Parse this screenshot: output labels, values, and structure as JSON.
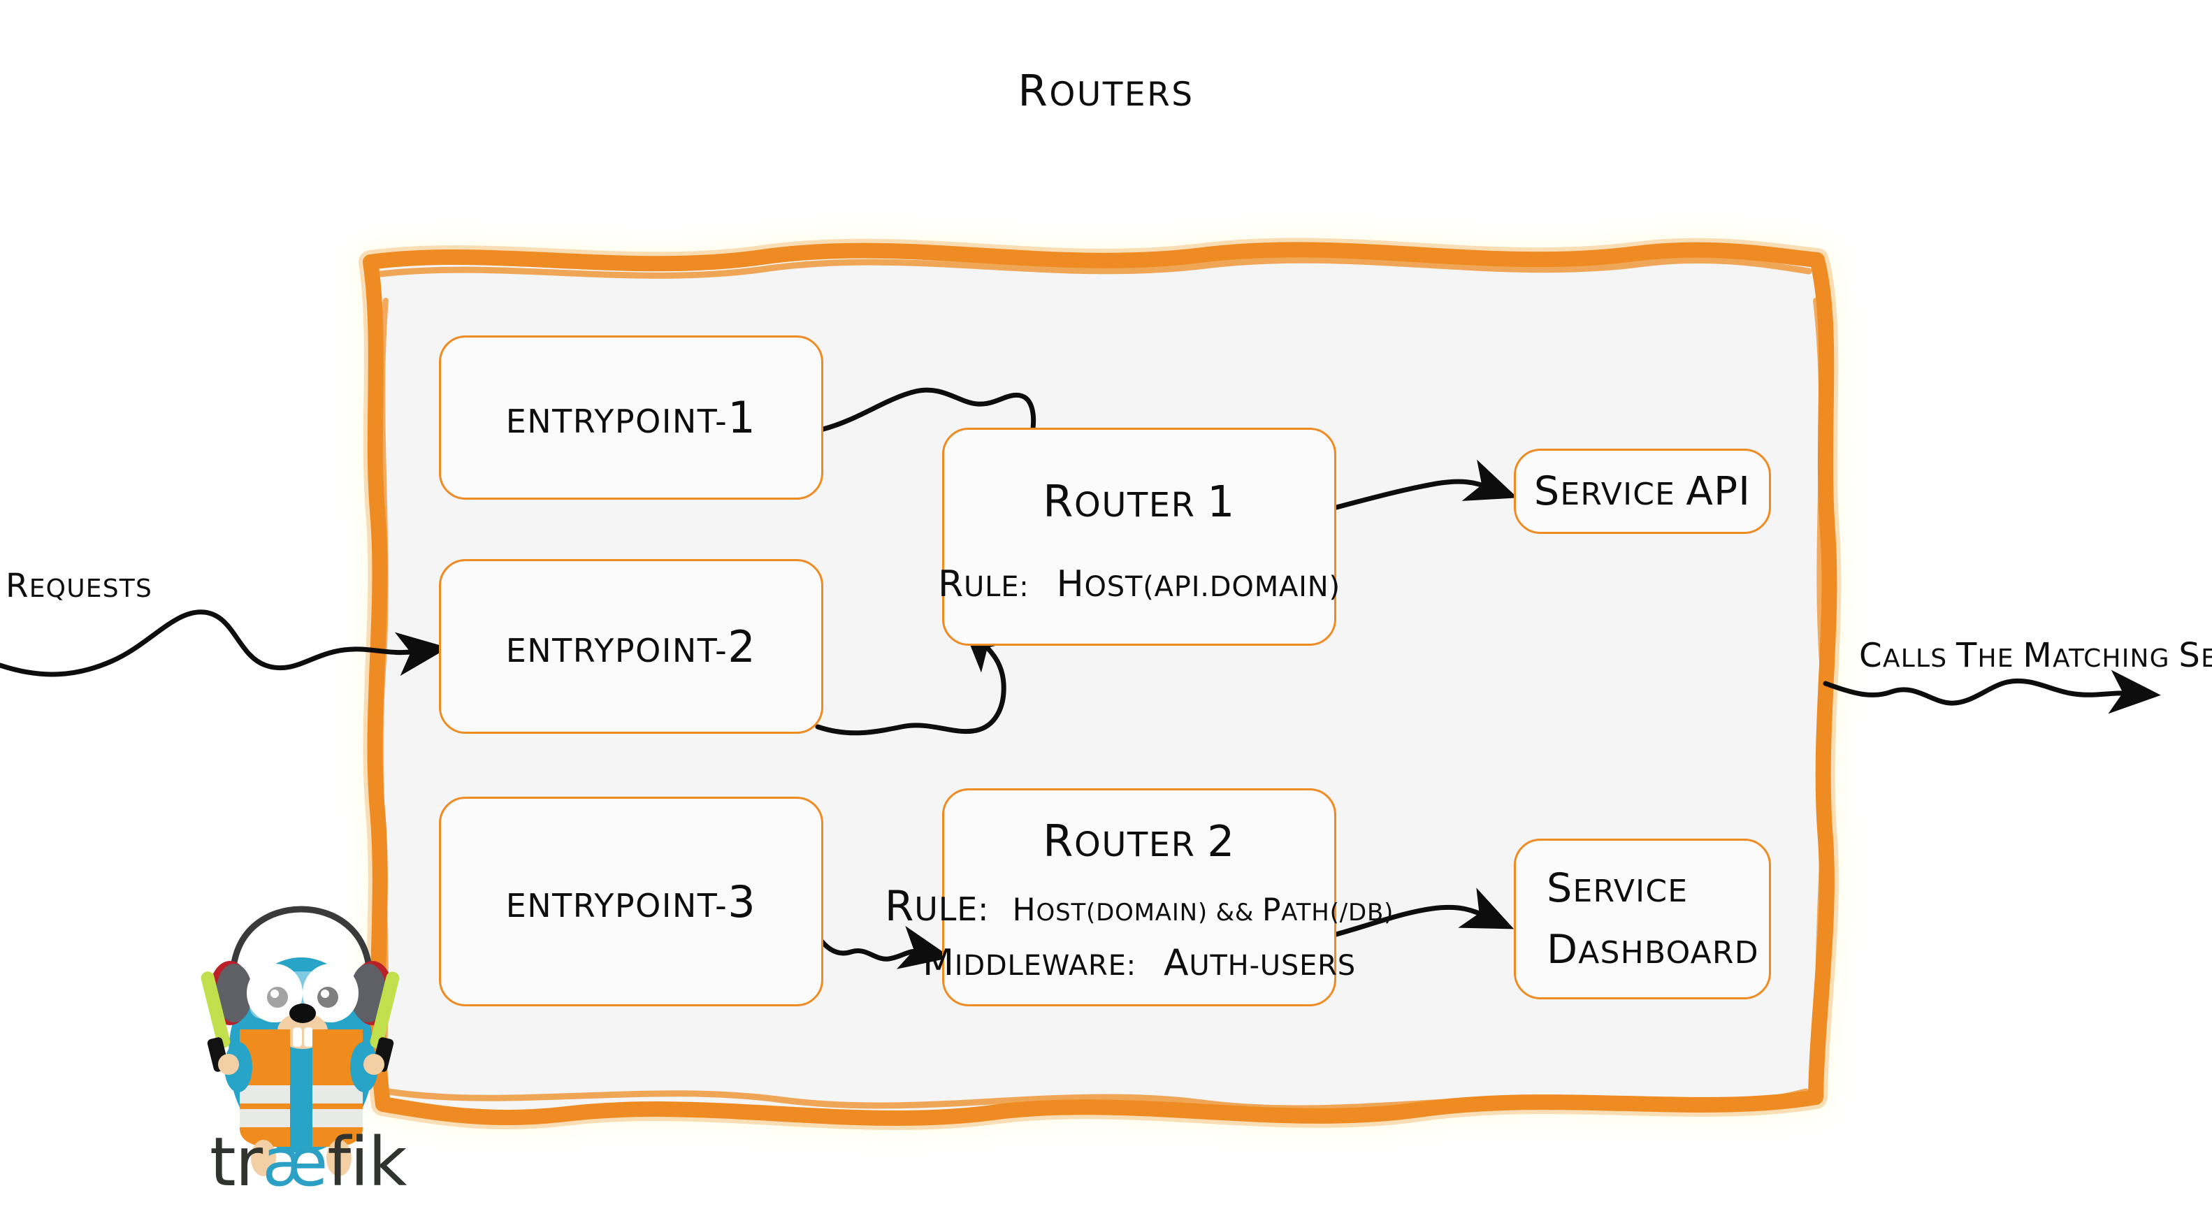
{
  "diagram": {
    "title": "Routers",
    "colors": {
      "accent_orange": "#EE8B22",
      "panel_fill": "#F5F5F5",
      "box_fill": "#FBFBFB",
      "ink": "#0D0D0D",
      "traefik_cyan": "#2BA0C4",
      "traefik_dark": "#30332E",
      "vest_orange": "#F08B1D",
      "glow_stick_green": "#B9D94A"
    }
  },
  "captions": {
    "requests": "Requests",
    "calls_matching_server": "Calls the matching server"
  },
  "entrypoints": [
    {
      "label": "entrypoint-1"
    },
    {
      "label": "entrypoint-2"
    },
    {
      "label": "entrypoint-3"
    }
  ],
  "routers": [
    {
      "title": "Router 1",
      "lines": [
        {
          "key": "rule",
          "label": "rule:",
          "value": "Host(api.domain)"
        }
      ]
    },
    {
      "title": "Router 2",
      "lines": [
        {
          "key": "rule",
          "label": "rule:",
          "value": "Host(domain) && Path(/db)"
        },
        {
          "key": "middleware",
          "label": "Middleware:",
          "value": "auth-users"
        }
      ]
    }
  ],
  "services": [
    {
      "label": "Service API",
      "line1": "Service",
      "line2": "API"
    },
    {
      "label": "Service Dashboard",
      "line1": "Service",
      "line2": "Dashboard"
    }
  ],
  "logo": {
    "brand": "traefik",
    "part1": "tr",
    "part2": "æ",
    "part3": "fik"
  },
  "icons": {
    "arrow_entry1_router1": "curved-arrow-icon",
    "arrow_entry2_router1": "curved-arrow-icon",
    "arrow_entry3_router2": "wavy-arrow-icon",
    "arrow_router1_service_api": "wavy-arrow-icon",
    "arrow_router2_service_dashboard": "wavy-arrow-icon",
    "arrow_requests_in": "wavy-arrow-icon",
    "arrow_calls_out": "wavy-arrow-icon",
    "mascot": "traefik-gopher-icon"
  }
}
